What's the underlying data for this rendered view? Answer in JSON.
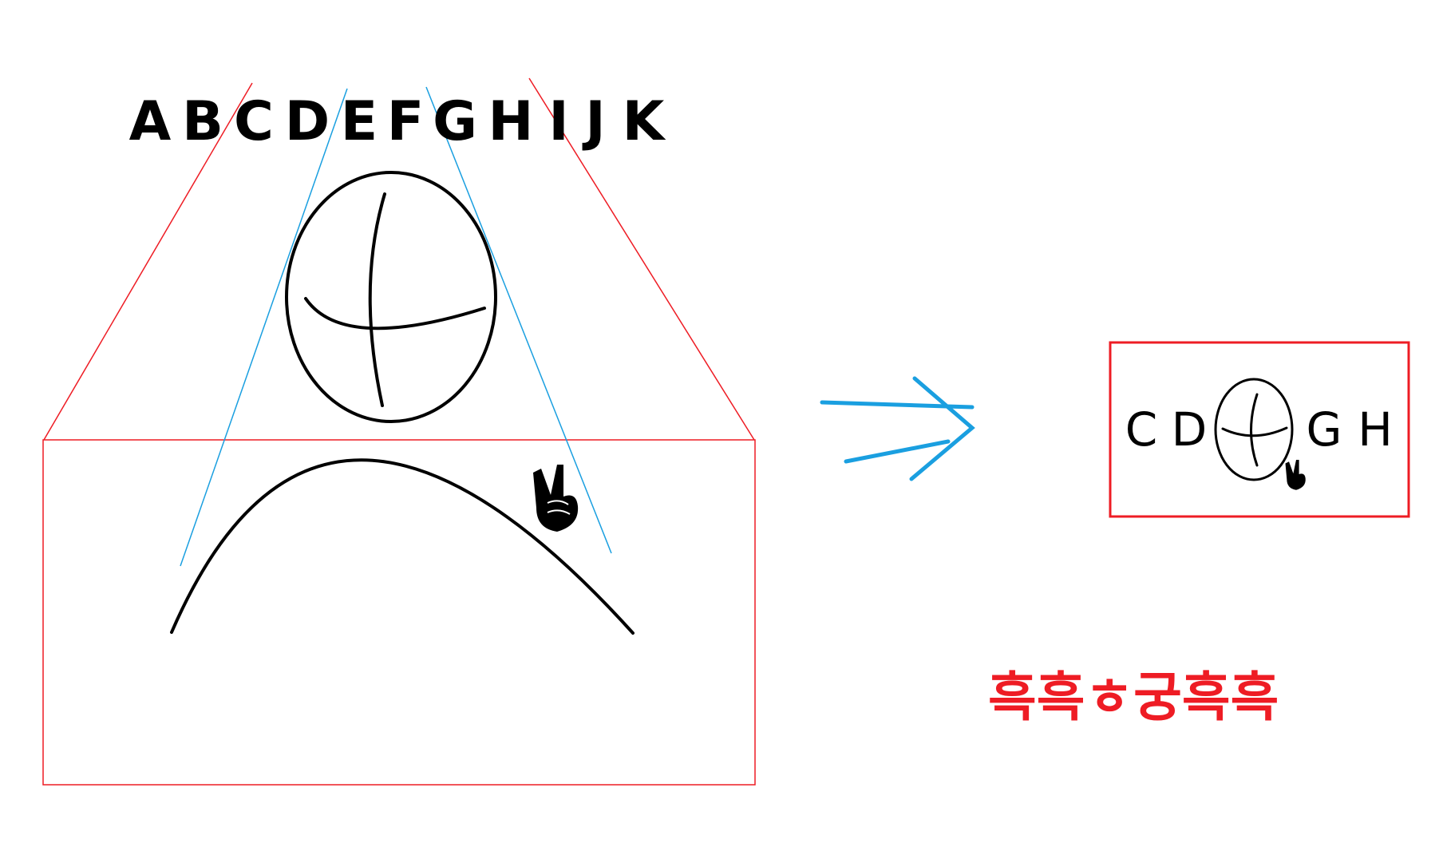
{
  "top_letters": [
    "A",
    "B",
    "C",
    "D",
    "E",
    "F",
    "G",
    "H",
    "I",
    "J",
    "K"
  ],
  "zoomed_letters": [
    "C",
    "D",
    "G",
    "H"
  ],
  "caption": "흑흑ㅎ궁흑흑",
  "hand_emoji": "✌",
  "icons": {
    "hand": "victory-hand-icon",
    "arrow": "double-arrow-icon"
  },
  "colors": {
    "frame_red": "#ee1c24",
    "guide_blue": "#1a9fe0",
    "arrow_blue": "#1a9fe0",
    "ink": "#000000",
    "caption_red": "#ee1c24"
  }
}
